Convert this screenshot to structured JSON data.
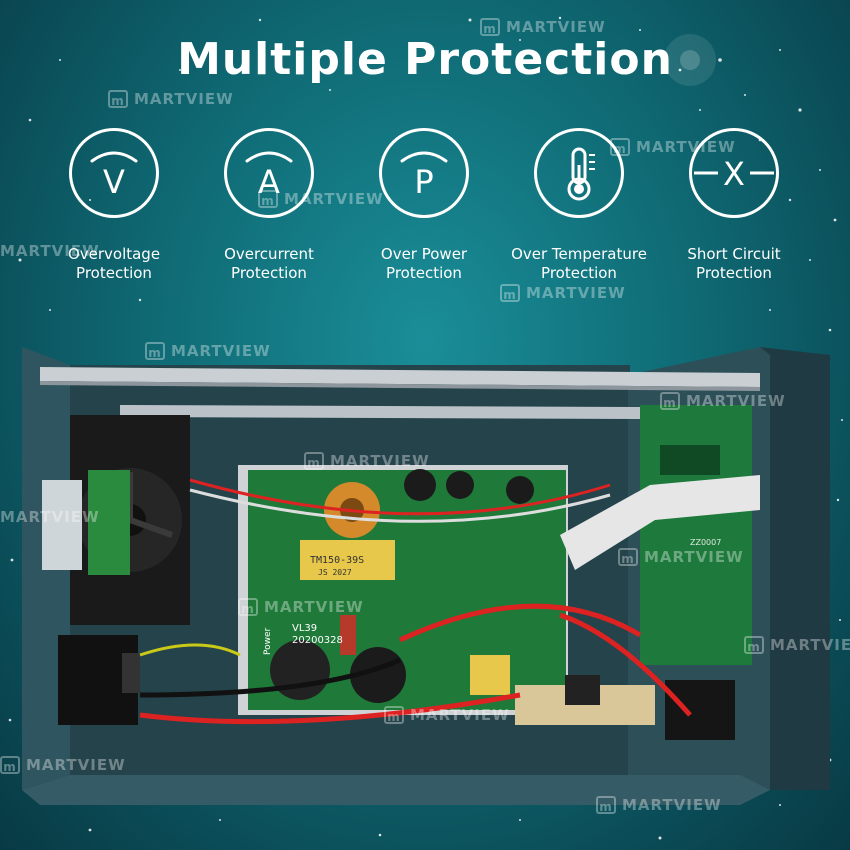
{
  "title": "Multiple Protection",
  "features": [
    {
      "icon": "voltage-v-icon",
      "glyph": "V",
      "line1": "Overvoltage",
      "line2": "Protection"
    },
    {
      "icon": "current-a-icon",
      "glyph": "A",
      "line1": "Overcurrent",
      "line2": "Protection"
    },
    {
      "icon": "power-p-icon",
      "glyph": "P",
      "line1": "Over Power",
      "line2": "Protection"
    },
    {
      "icon": "thermometer-icon",
      "glyph": "",
      "line1": "Over Temperature",
      "line2": "Protection"
    },
    {
      "icon": "short-circuit-x-icon",
      "glyph": "X",
      "line1": "Short Circuit",
      "line2": "Protection"
    }
  ],
  "pcb_text": {
    "transformer": "TM150-39S",
    "transformer_sub": "JS 2027",
    "board_id": "VL39",
    "board_date": "20200328",
    "board_power": "Power",
    "panel_label": "ZZ0007"
  },
  "watermark": "MARTVIEW",
  "colors": {
    "background": "#0f6a74",
    "text": "#ffffff",
    "chassis": "#2c4f58",
    "pcb": "#1f7a3a"
  }
}
